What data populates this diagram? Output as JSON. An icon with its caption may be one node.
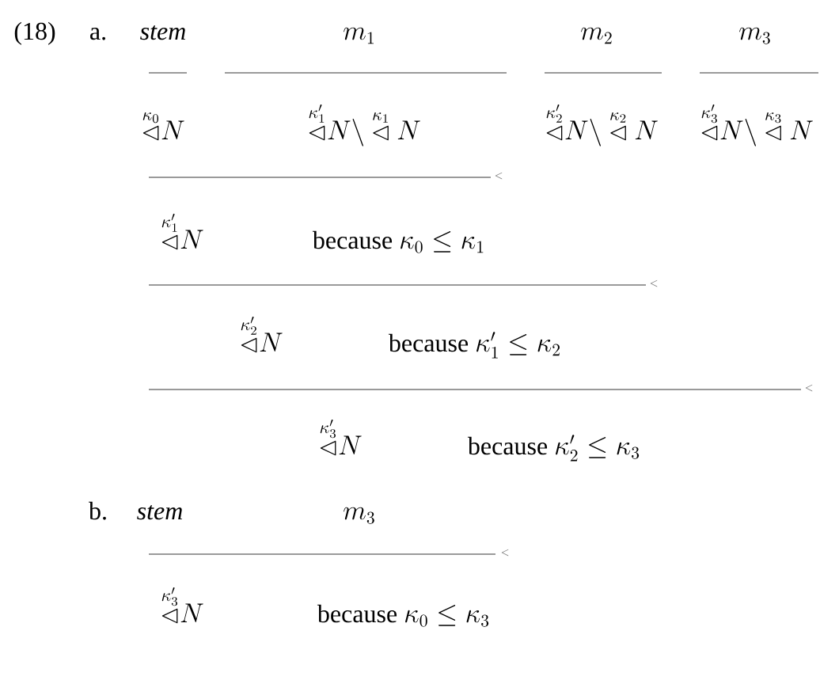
{
  "diagram": {
    "labels": [
      "(18)",
      "a.",
      "stem",
      "m_1",
      "m_2",
      "m_3",
      "\\overset{\\kappa_0}{\\lhd} N",
      "\\overset{\\kappa_1'}{\\lhd} N\\backslash \\overset{\\kappa_1}{\\lhd} N",
      "\\overset{\\kappa_2'}{\\lhd} N\\backslash \\overset{\\kappa_2}{\\lhd} N",
      "\\overset{\\kappa_3'}{\\lhd} N\\backslash \\overset{\\kappa_3}{\\lhd} N",
      "<",
      "\\overset{\\kappa_1'}{\\lhd} N",
      "\\text{because } \\kappa_0 \\leq \\kappa_1",
      "<",
      "\\overset{\\kappa_2'}{\\lhd} N",
      "\\text{because } \\kappa_1' \\leq \\kappa_2",
      "<",
      "\\overset{\\kappa_3'}{\\lhd} N",
      "\\text{because } \\kappa_2' \\leq \\kappa_3",
      "b.",
      "stem",
      "m_3",
      "<",
      "\\overset{\\kappa_3'}{\\lhd} N",
      "\\text{because } \\kappa_0 \\leq \\kappa_3"
    ]
  }
}
